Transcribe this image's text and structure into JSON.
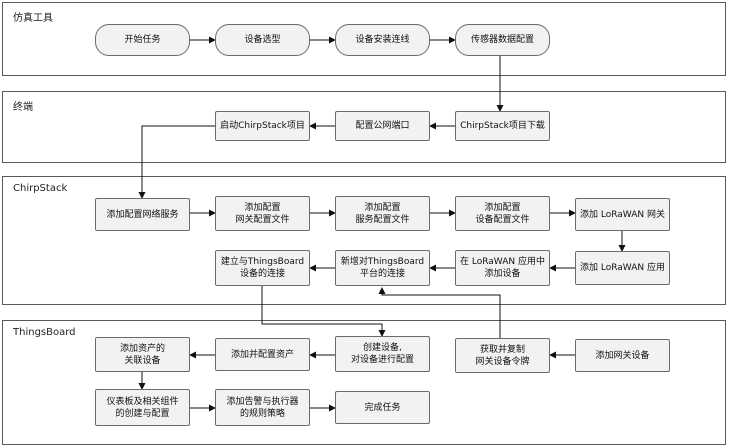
{
  "lanes": {
    "sim": "仿真工具",
    "terminal": "终端",
    "chirpstack": "ChirpStack",
    "thingsboard": "ThingsBoard"
  },
  "nodes": {
    "start_task": "开始任务",
    "device_selection": "设备选型",
    "device_install": "设备安装连线",
    "sensor_config": "传感器数据配置",
    "chirpstack_download": "ChirpStack项目下载",
    "public_port": "配置公网端口",
    "start_chirpstack": "启动ChirpStack项目",
    "add_network_server": "添加配置网络服务",
    "gateway_profile": "添加配置\n网关配置文件",
    "service_profile": "添加配置\n服务配置文件",
    "device_profile": "添加配置\n设备配置文件",
    "add_lorawan_gateway": "添加 LoRaWAN 网关",
    "add_lorawan_app": "添加 LoRaWAN 应用",
    "add_device_in_app": "在 LoRaWAN 应用中\n添加设备",
    "new_tb_connection": "新增对ThingsBoard\n平台的连接",
    "build_tb_connection": "建立与ThingsBoard\n设备的连接",
    "add_asset_device": "添加资产的\n关联设备",
    "add_config_asset": "添加并配置资产",
    "create_device": "创建设备,\n对设备进行配置",
    "get_token": "获取并复制\n网关设备令牌",
    "add_gateway_device": "添加网关设备",
    "dashboard": "仪表板及相关组件\n的创建与配置",
    "alarm_rules": "添加告警与执行器\n的规则策略",
    "finish_task": "完成任务"
  }
}
